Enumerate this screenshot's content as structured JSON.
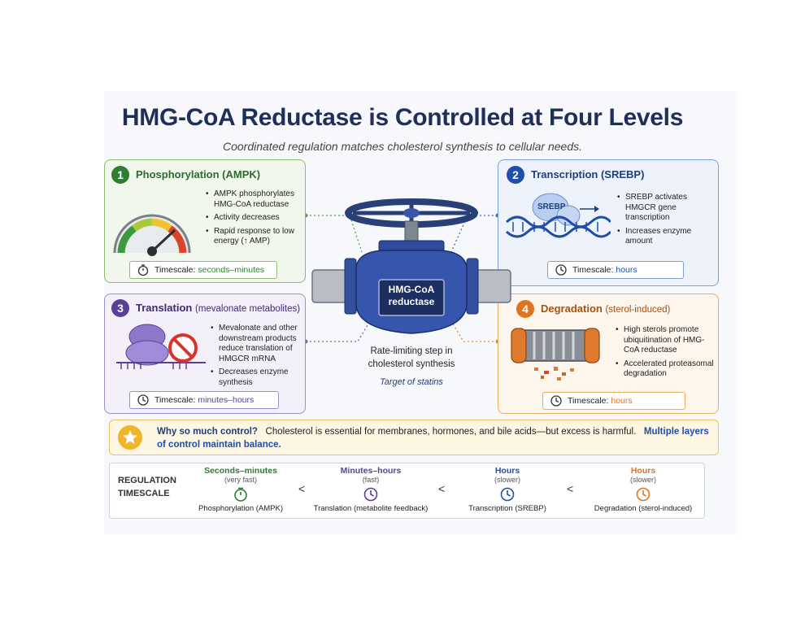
{
  "header": {
    "title": "HMG-CoA Reductase is Controlled at Four Levels",
    "subtitle": "Coordinated regulation matches cholesterol synthesis to cellular needs."
  },
  "colors": {
    "green": "#2f7d32",
    "blue": "#1f4fa8",
    "purple": "#5a3f94",
    "orange": "#e0731f",
    "navy": "#1f2f58"
  },
  "panels": [
    {
      "number": "1",
      "title": "Phosphorylation (AMPK)",
      "bullets": [
        "AMPK phosphorylates HMG-CoA reductase",
        "Activity decreases",
        "Rapid response to low energy (↑ AMP)"
      ],
      "timescale_label": "Timescale:",
      "timescale_value": "seconds–minutes",
      "icon": "gauge-icon"
    },
    {
      "number": "2",
      "title": "Transcription (SREBP)",
      "bullets": [
        "SREBP activates HMGCR gene transcription",
        "Increases enzyme amount"
      ],
      "timescale_label": "Timescale:",
      "timescale_value": "hours",
      "icon": "dna-icon",
      "protein_label": "SREBP"
    },
    {
      "number": "3",
      "title": "Translation",
      "title_sub": "(mevalonate metabolites)",
      "bullets": [
        "Mevalonate and other downstream products reduce translation of HMGCR mRNA",
        "Decreases enzyme synthesis"
      ],
      "timescale_label": "Timescale:",
      "timescale_value": "minutes–hours",
      "icon": "ribosome-blocked-icon"
    },
    {
      "number": "4",
      "title": "Degradation",
      "title_sub": "(sterol-induced)",
      "bullets": [
        "High sterols promote ubiquitination of HMG-CoA reductase",
        "Accelerated proteasomal degradation"
      ],
      "timescale_label": "Timescale:",
      "timescale_value": "hours",
      "icon": "proteasome-icon"
    }
  ],
  "center": {
    "valve_label_line1": "HMG-CoA",
    "valve_label_line2": "reductase",
    "caption_line1": "Rate-limiting step in",
    "caption_line2": "cholesterol synthesis",
    "statins": "Target of statins"
  },
  "why": {
    "lead": "Why so much control?",
    "body": "Cholesterol is essential for membranes, hormones, and bile acids—but excess is harmful.",
    "highlight": "Multiple layers of control maintain balance."
  },
  "scale": {
    "heading_line1": "REGULATION",
    "heading_line2": "TIMESCALE",
    "separator": "<",
    "items": [
      {
        "label": "Seconds–minutes",
        "speed": "(very fast)",
        "process": "Phosphorylation (AMPK)"
      },
      {
        "label": "Minutes–hours",
        "speed": "(fast)",
        "process": "Translation (metabolite feedback)"
      },
      {
        "label": "Hours",
        "speed": "(slower)",
        "process": "Transcription (SREBP)"
      },
      {
        "label": "Hours",
        "speed": "(slower)",
        "process": "Degradation (sterol-induced)"
      }
    ]
  }
}
